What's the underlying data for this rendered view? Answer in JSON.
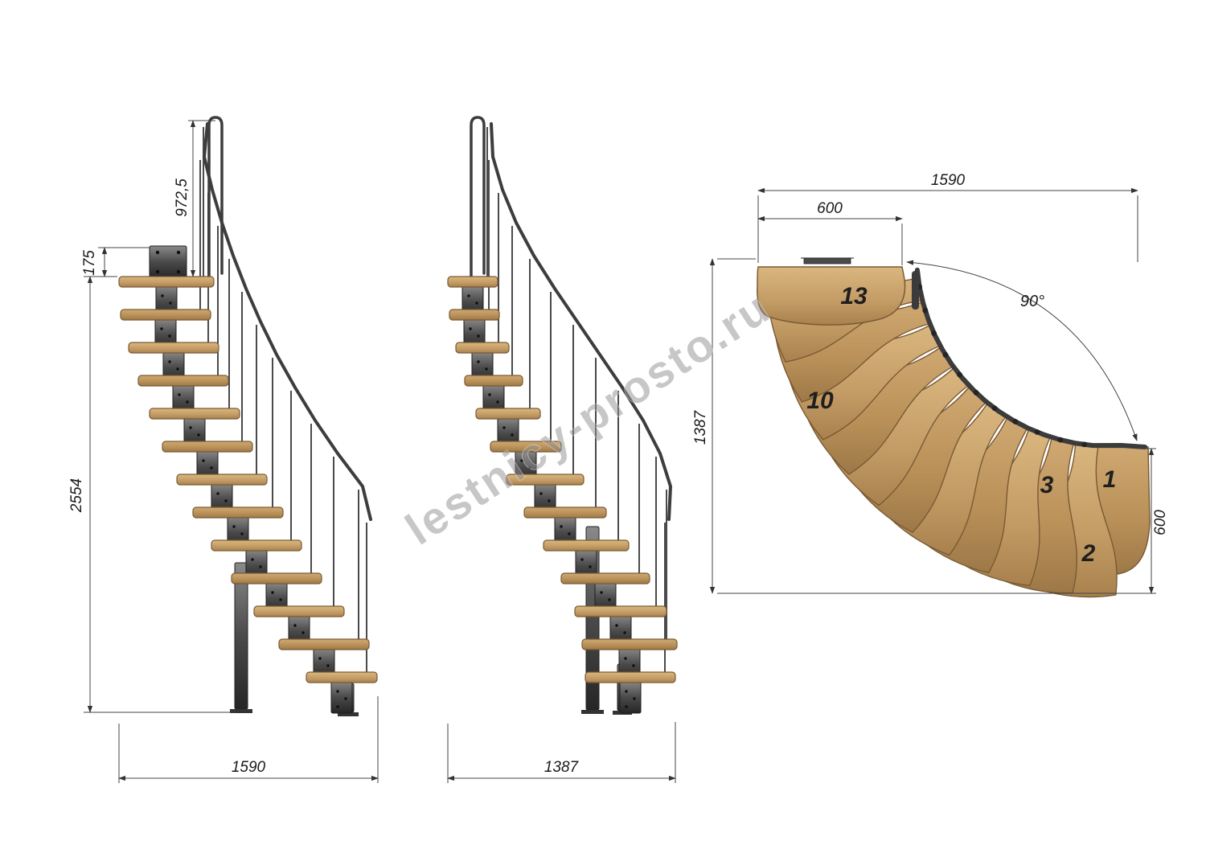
{
  "watermark": {
    "text": "lestnicy-prosto.ru"
  },
  "side_elevation": {
    "dims": {
      "rail_height": "972,5",
      "top_offset": "175",
      "total_height": "2554",
      "total_run": "1590"
    }
  },
  "front_elevation": {
    "dims": {
      "total_width": "1387"
    }
  },
  "plan_view": {
    "dims": {
      "overall_width": "1590",
      "landing_width": "600",
      "overall_depth": "1387",
      "bottom_step_width": "600",
      "turn_angle": "90°"
    },
    "step_labels": {
      "step13": "13",
      "step10": "10",
      "step3": "3",
      "step1": "1",
      "step2": "2"
    }
  }
}
